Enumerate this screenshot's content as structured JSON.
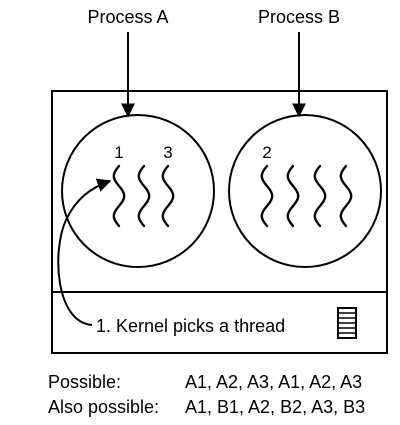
{
  "processes": {
    "a_label": "Process A",
    "b_label": "Process B"
  },
  "threads": {
    "a_thread_1": "1",
    "a_thread_3": "3",
    "b_thread_2": "2"
  },
  "kernel": {
    "caption": "1. Kernel picks a thread",
    "icon": "thread-table-icon"
  },
  "orderings": {
    "possible_label": "Possible:",
    "possible_sequence": "A1, A2, A3, A1, A2, A3",
    "also_label": "Also possible:",
    "also_sequence": "A1, B1, A2, B2, A3, B3"
  },
  "colors": {
    "ink": "#000000",
    "background": "#ffffff"
  }
}
